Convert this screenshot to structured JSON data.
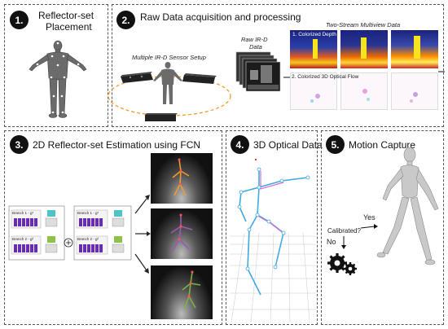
{
  "panels": {
    "p1": {
      "number": "1.",
      "title_line1": "Reflector-set",
      "title_line2": "Placement"
    },
    "p2": {
      "number": "2.",
      "title": "Raw Data acquisition and processing",
      "sensor_label": "Multiple IR-D Sensor Setup",
      "raw_label_line1": "Raw IR-D",
      "raw_label_line2": "Data",
      "stream_title": "Two-Stream Multiview Data",
      "depth_label": "1. Colorized Depth",
      "flow_label": "2. Colorized 3D Optical Flow"
    },
    "p3": {
      "number": "3.",
      "title": "2D Reflector-set Estimation using FCN",
      "branch_labels": [
        "Branch 1 - g¹",
        "Branch 2 - g²",
        "Branch 1 - g¹",
        "Branch 2 - g²"
      ]
    },
    "p4": {
      "number": "4.",
      "title": "3D Optical Data"
    },
    "p5": {
      "number": "5.",
      "title": "Motion Capture",
      "question": "Calibrated?",
      "yes": "Yes",
      "no": "No"
    }
  },
  "colors": {
    "accent_orange": "#f29a2e",
    "depth_bg": "#1a237e",
    "skeleton_blue": "#3fa9e0",
    "skeleton_pink": "#d86bd0",
    "branch_purple": "#6a2bb5",
    "branch_teal": "#4fc3c7"
  }
}
